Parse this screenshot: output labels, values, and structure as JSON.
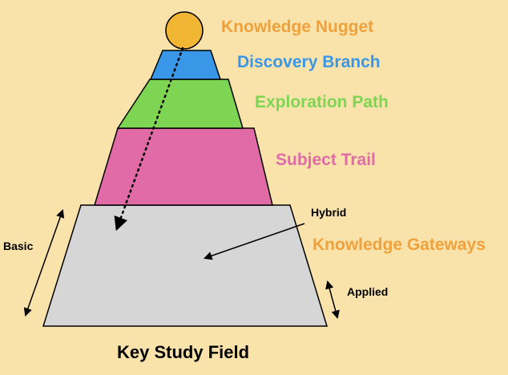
{
  "diagram": {
    "colors": {
      "background": "#f9e3ab",
      "nugget": "#f1b634",
      "branch": "#3a96e6",
      "path": "#7dd553",
      "trail": "#e06ba6",
      "gateways": "#d6d6d6"
    },
    "labels": {
      "knowledge_nugget": "Knowledge Nugget",
      "discovery_branch": "Discovery Branch",
      "exploration_path": "Exploration Path",
      "subject_trail": "Subject Trail",
      "knowledge_gateways": "Knowledge Gateways",
      "hybrid": "Hybrid",
      "basic": "Basic",
      "applied": "Applied",
      "title": "Key Study Field"
    },
    "label_colors": {
      "knowledge_nugget": "#f0a13b",
      "discovery_branch": "#3a96e6",
      "exploration_path": "#7dd553",
      "subject_trail": "#e06ba6",
      "knowledge_gateways": "#f0a13b"
    }
  }
}
